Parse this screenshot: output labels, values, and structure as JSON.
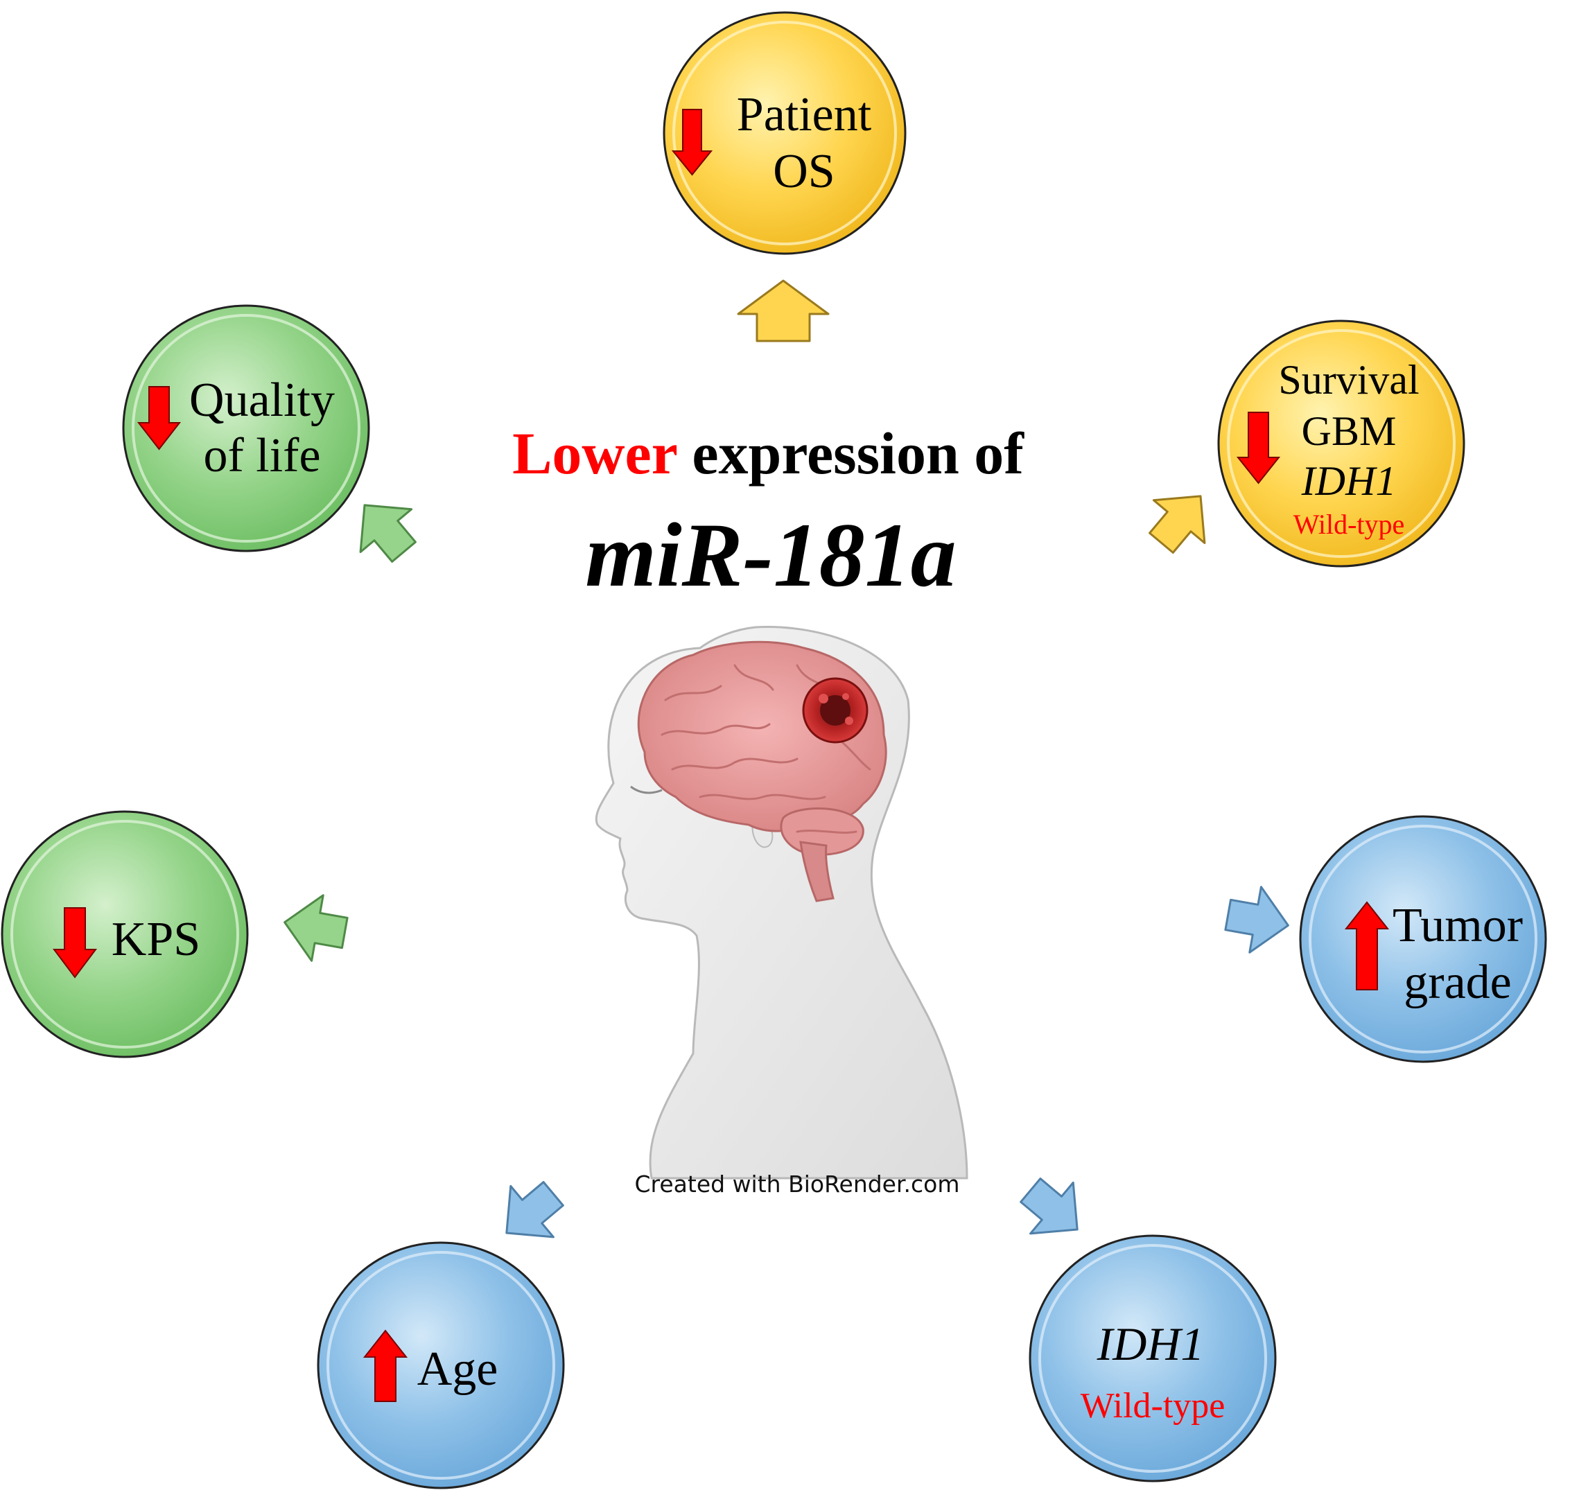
{
  "title": {
    "highlight": "Lower",
    "rest": "expression of",
    "mirna": "miR-181a"
  },
  "credit": "Created with BioRender.com",
  "nodes": {
    "patient_os": {
      "line1": "Patient",
      "line2": "OS",
      "direction": "down"
    },
    "survival_gbm": {
      "line1": "Survival",
      "line2": "GBM",
      "line3": "IDH1",
      "line4": "Wild-type",
      "direction": "down"
    },
    "quality_of_life": {
      "line1": "Quality",
      "line2": "of life",
      "direction": "down"
    },
    "kps": {
      "line1": "KPS",
      "direction": "down"
    },
    "tumor_grade": {
      "line1": "Tumor",
      "line2": "grade",
      "direction": "up"
    },
    "age": {
      "line1": "Age",
      "direction": "up"
    },
    "idh1": {
      "line1": "IDH1",
      "line2": "Wild-type",
      "direction": "up"
    }
  },
  "colors": {
    "yellow": "#FFD54F",
    "green": "#93D38B",
    "blue": "#8FC1E8",
    "red": "#FF0000",
    "black": "#000000"
  }
}
